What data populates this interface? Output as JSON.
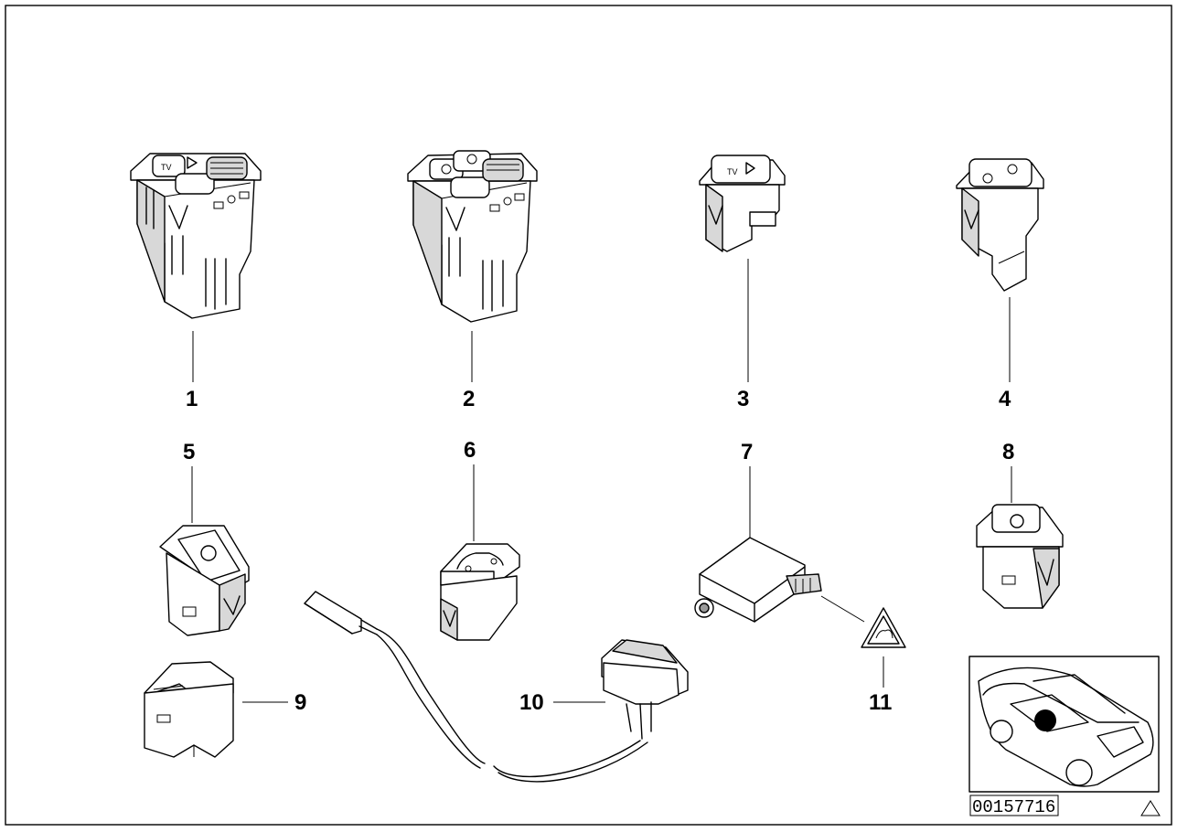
{
  "diagram": {
    "parts": [
      {
        "id": "part-1",
        "number": "1",
        "description": "switch block TV with two buttons"
      },
      {
        "id": "part-2",
        "number": "2",
        "description": "switch block with two buttons"
      },
      {
        "id": "part-3",
        "number": "3",
        "description": "single button TV switch"
      },
      {
        "id": "part-4",
        "number": "4",
        "description": "single button switch"
      },
      {
        "id": "part-5",
        "number": "5",
        "description": "rocker switch"
      },
      {
        "id": "part-6",
        "number": "6",
        "description": "trunk release switch"
      },
      {
        "id": "part-7",
        "number": "7",
        "description": "control module"
      },
      {
        "id": "part-8",
        "number": "8",
        "description": "rocker switch"
      },
      {
        "id": "part-9",
        "number": "9",
        "description": "blanking switch"
      },
      {
        "id": "part-10",
        "number": "10",
        "description": "switch with wiring harness"
      },
      {
        "id": "part-11",
        "number": "11",
        "description": "warning label"
      }
    ],
    "button_labels": {
      "tv": "TV"
    },
    "diagram_id": "00157716"
  }
}
